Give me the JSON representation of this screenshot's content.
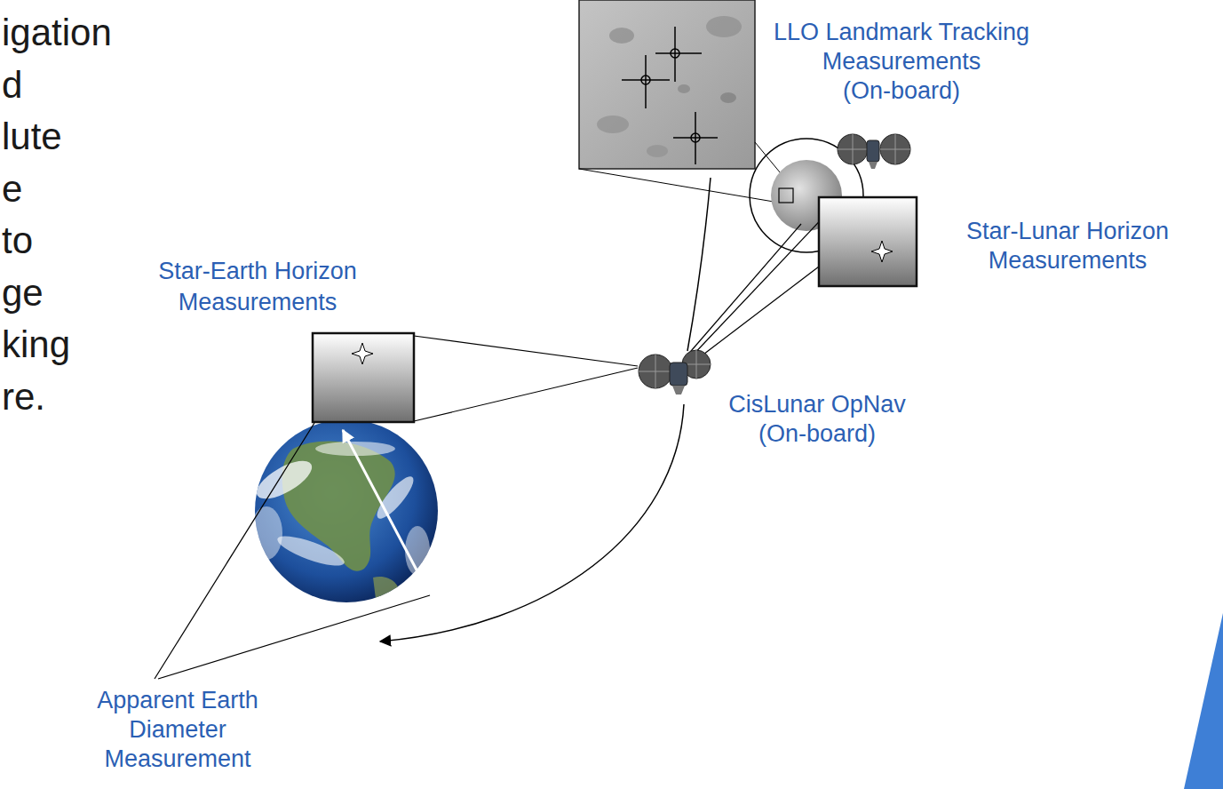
{
  "diagram": {
    "labels": [
      "igation d lute e to ge king re.",
      "LLO Landmark Tracking Measurements (On-board)",
      "Star-Lunar Horizon Measurements",
      "Star-Earth Horizon Measurements",
      "CisLunar OpNav (On-board)",
      "Apparent Earth Diameter Measurement"
    ]
  }
}
